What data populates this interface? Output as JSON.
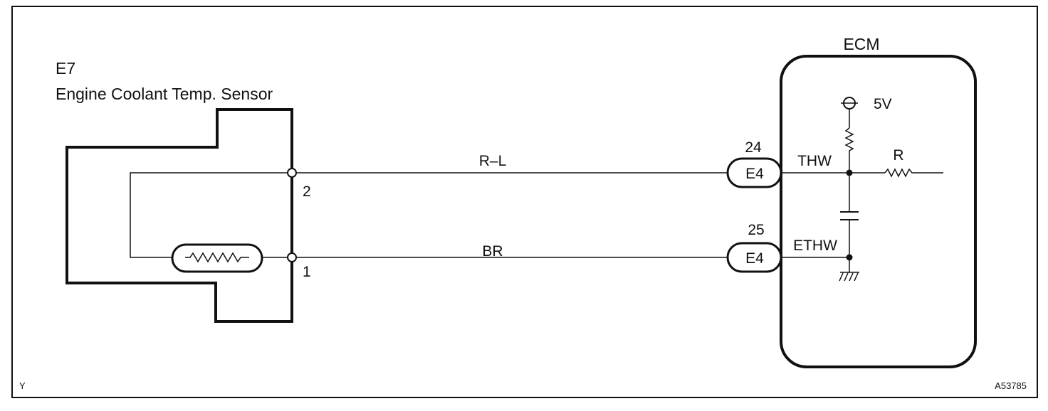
{
  "sensor": {
    "code": "E7",
    "name": "Engine Coolant Temp. Sensor",
    "pins": {
      "pin2": "2",
      "pin1": "1"
    }
  },
  "wires": {
    "upper": "R–L",
    "lower": "BR"
  },
  "ecm": {
    "title": "ECM",
    "supply": "5V",
    "upper_pin_number": "24",
    "upper_connector": "E4",
    "upper_signal": "THW",
    "lower_pin_number": "25",
    "lower_connector": "E4",
    "lower_signal": "ETHW",
    "resistor_label": "R"
  },
  "footer": {
    "corner_left": "Y",
    "figure_id": "A53785"
  },
  "colors": {
    "ink": "#111111",
    "background": "#ffffff"
  }
}
